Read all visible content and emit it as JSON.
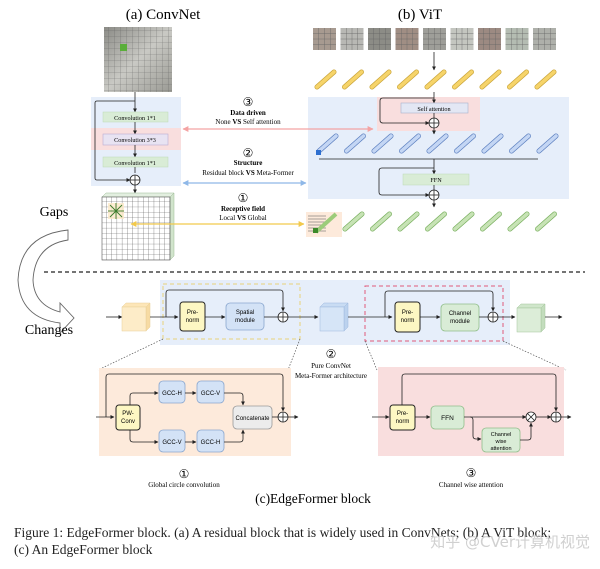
{
  "panels": {
    "convnet_title": "(a)  ConvNet",
    "vit_title": "(b) ViT",
    "edgeformer_title": "(c)EdgeFormer block"
  },
  "convnet": {
    "layers": [
      "Convolution 1*1",
      "Convolution 3*3",
      "Convolution 1*1"
    ]
  },
  "vit": {
    "self_attention": "Self attention",
    "ffn": "FFN"
  },
  "gaps": {
    "gaps_label": "Gaps",
    "changes_label": "Changes",
    "items": [
      {
        "num": "③",
        "title": "Data driven",
        "left": "None",
        "vs": "VS",
        "right": "Self attention",
        "color": "#f4a3a3"
      },
      {
        "num": "②",
        "title": "Structure",
        "left": "Residual block",
        "vs": "VS",
        "right": "Meta-Former",
        "color": "#8fb8e8"
      },
      {
        "num": "①",
        "title": "Receptive field",
        "left": "Local",
        "vs": "VS",
        "right": "Global",
        "color": "#f2c94c"
      }
    ]
  },
  "edgeformer": {
    "prenorm": "Pre-\nnorm",
    "prenorm_l1": "Pre-",
    "prenorm_l2": "norm",
    "spatial_l1": "Spatial",
    "spatial_l2": "module",
    "channel_l1": "Channel",
    "channel_l2": "module",
    "middle_num": "②",
    "middle_l1": "Pure ConvNet",
    "middle_l2": "Meta-Former architecture",
    "gcc": {
      "pw_l1": "PW-",
      "pw_l2": "Conv",
      "gcc_h": "GCC-H",
      "gcc_v": "GCC-V",
      "concat": "Concatenate",
      "num": "①",
      "label": "Global circle convolution"
    },
    "cwa": {
      "prenorm_l1": "Pre-",
      "prenorm_l2": "norm",
      "ffn": "FFN",
      "cwa_l1": "Channel",
      "cwa_l2": "wise",
      "cwa_l3": "attention",
      "num": "③",
      "label": "Channel wise attention"
    }
  },
  "caption": {
    "line1": "Figure 1: EdgeFormer block. (a) A residual block that is widely used in ConvNets; (b) A ViT block;",
    "line2": "(c) An EdgeFormer block"
  },
  "watermark": "知乎 @CVer计算机视觉",
  "colors": {
    "blue_bg": "#e6eefa",
    "pink_bg": "#f9dede",
    "peach_bg": "#fdeadb",
    "green_box": "#d9ecd6",
    "blue_box": "#d3e2f6",
    "yellow_box": "#fdf7c3"
  }
}
